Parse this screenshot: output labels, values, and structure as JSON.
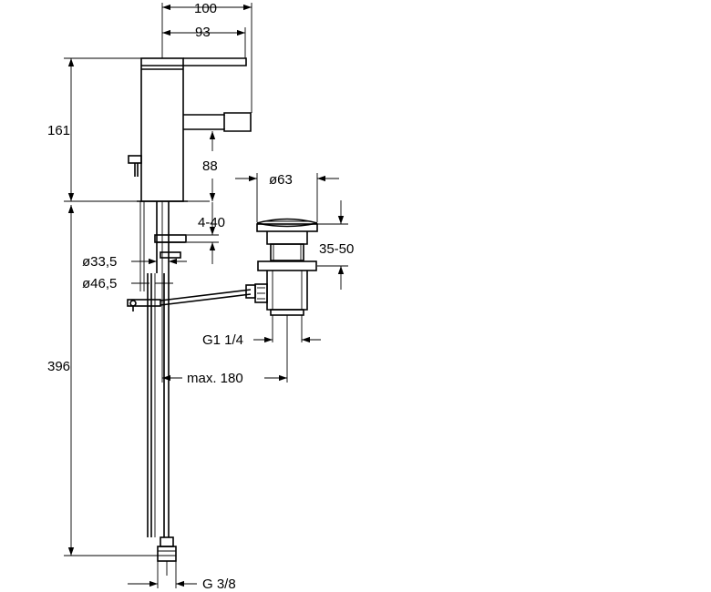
{
  "drawing": {
    "dimensions": {
      "width_total": "100",
      "width_spout": "93",
      "height_body": "161",
      "height_spout": "88",
      "waste_diameter": "ø63",
      "deck_thickness": "4-40",
      "stem_diameter_small": "ø33,5",
      "stem_diameter_large": "ø46,5",
      "waste_height": "35-50",
      "waste_thread": "G1 1/4",
      "rod_length": "max. 180",
      "height_supply": "396",
      "supply_thread": "G 3/8"
    }
  }
}
